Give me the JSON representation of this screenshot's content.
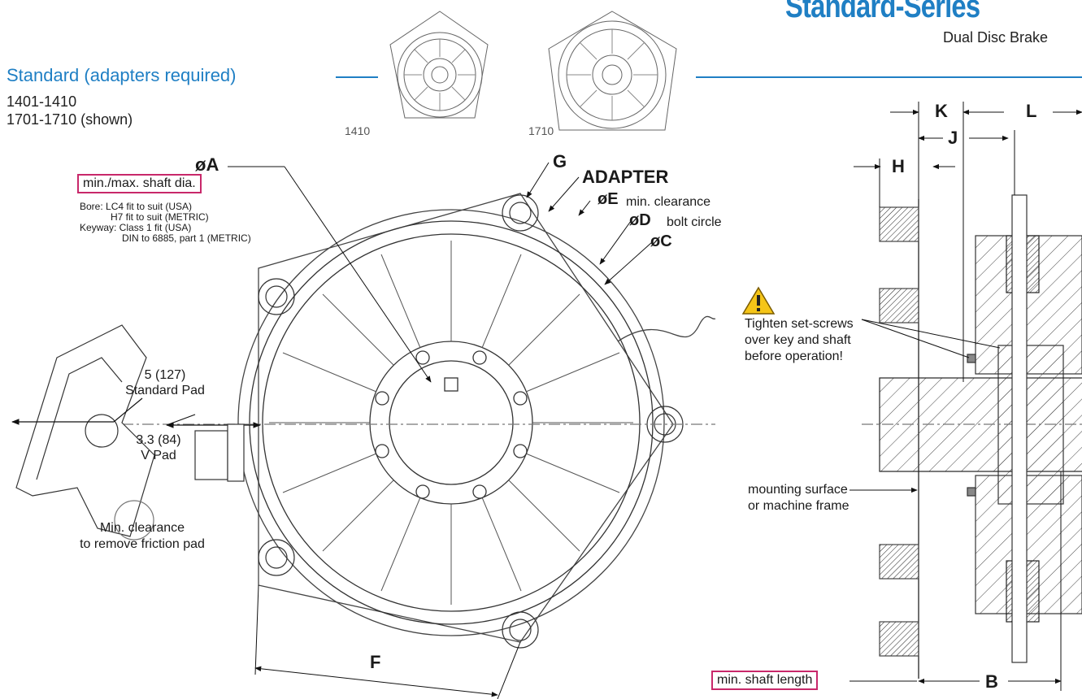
{
  "header": {
    "series_title": "Standard-Series",
    "subtitle": "Dual Disc Brake"
  },
  "section": {
    "title": "Standard (adapters required)",
    "models_line1": "1401-1410",
    "models_line2": "1701-1710 (shown)",
    "thumb_left_label": "1410",
    "thumb_right_label": "1710"
  },
  "notes": {
    "shaft_dia": "min./max. shaft dia.",
    "bore_line1": "Bore: LC4 fit to suit (USA)",
    "bore_line2": "H7 fit to suit (METRIC)",
    "keyway_line1": "Keyway: Class 1 fit (USA)",
    "keyway_line2": "DIN to 6885, part 1 (METRIC)",
    "pad_standard_1": "5 (127)",
    "pad_standard_2": "Standard Pad",
    "pad_v_1": "3.3 (84)",
    "pad_v_2": "V Pad",
    "clearance_1": "Min. clearance",
    "clearance_2": "to remove friction pad",
    "warning_1": "Tighten set-screws",
    "warning_2": "over key and shaft",
    "warning_3": "before operation!",
    "mount_1": "mounting surface",
    "mount_2": "or machine frame",
    "shaft_length": "min. shaft length"
  },
  "dimensions": {
    "a_prefix": "øA",
    "adapter": "ADAPTER",
    "g": "G",
    "e": "øE",
    "e_note": "min. clearance",
    "d": "øD",
    "d_note": "bolt circle",
    "c": "øC",
    "f": "F",
    "h": "H",
    "j": "J",
    "k": "K",
    "l": "L",
    "b": "B"
  },
  "colors": {
    "accent_blue": "#1f7fc4",
    "highlight_box": "#c8286a",
    "warning_yellow": "#f5c518"
  }
}
